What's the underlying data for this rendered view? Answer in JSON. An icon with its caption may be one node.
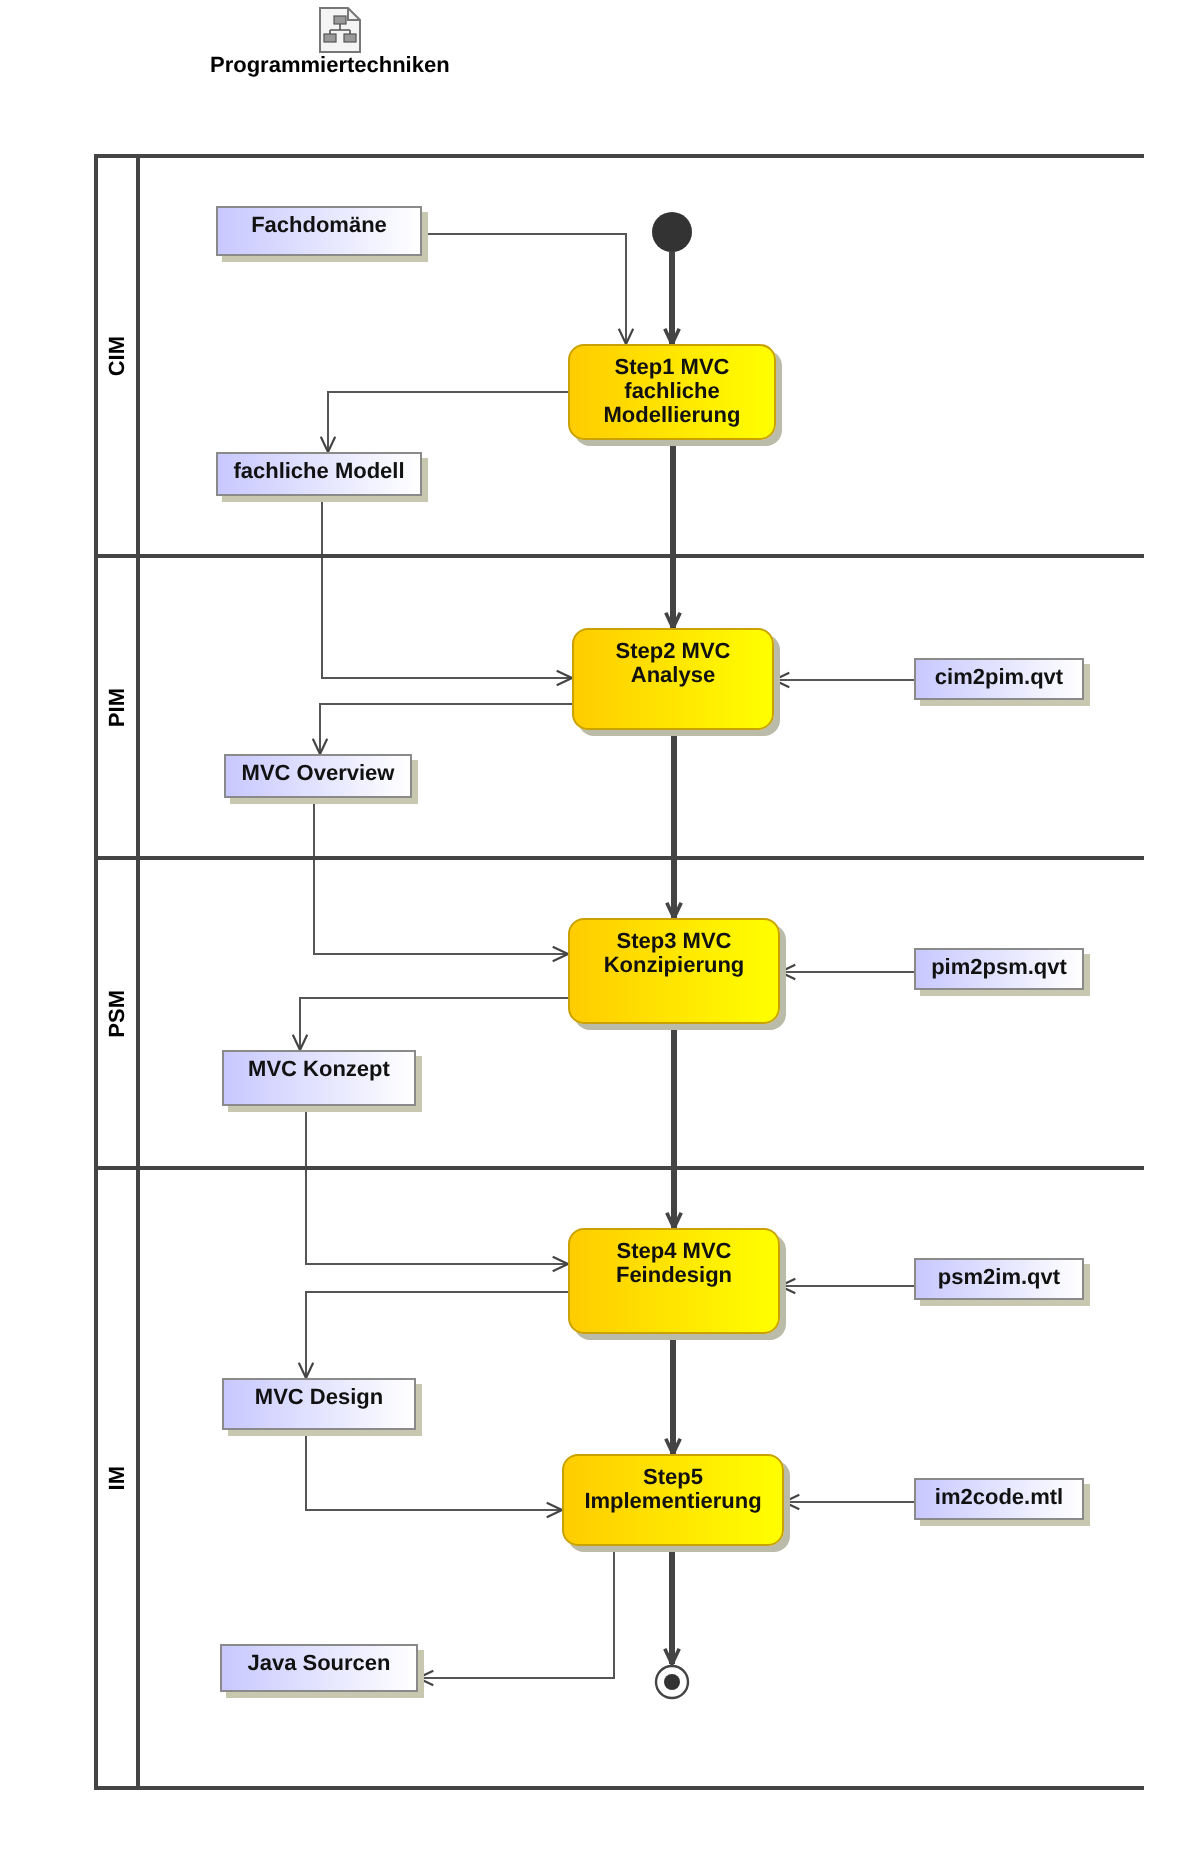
{
  "diagram": {
    "nodes": [
      {
        "text": [
          "CIM"
        ]
      },
      {
        "text": [
          "Fachdomäne"
        ],
        "in": 0
      },
      {
        "text": [],
        "shape": "circle",
        "in": 0
      },
      {
        "text": [
          "Step1 MVC fachliche Modellierung"
        ],
        "in": 0
      },
      {
        "text": [
          "fachliche Modell"
        ],
        "in": 0
      },
      {
        "text": [
          "PIM"
        ]
      },
      {
        "text": [
          "Step2 MVC Analyse"
        ],
        "in": 5
      },
      {
        "text": [
          "cim2pim.qvt"
        ],
        "in": 5
      },
      {
        "text": [
          "MVC Overview"
        ],
        "in": 5
      },
      {
        "text": [
          "PSM"
        ]
      },
      {
        "text": [
          "Step3 MVC Konzipierung"
        ],
        "in": 9
      },
      {
        "text": [
          "pim2psm.qvt"
        ],
        "in": 9
      },
      {
        "text": [
          "MVC Konzept"
        ],
        "in": 9
      },
      {
        "text": [
          "IM"
        ]
      },
      {
        "text": [
          "Step4 MVC Feindesign"
        ],
        "in": 13
      },
      {
        "text": [
          "psm2im.qvt"
        ],
        "in": 13
      },
      {
        "text": [
          "MVC Design"
        ],
        "in": 13
      },
      {
        "text": [
          "Step5 Implementierung"
        ],
        "in": 13
      },
      {
        "text": [
          "im2code.mtl"
        ],
        "in": 13
      },
      {
        "text": [
          "Java Sourcen"
        ],
        "in": 13
      },
      {
        "text": [],
        "shape": "circle",
        "in": 13
      }
    ],
    "edges": [
      {
        "from": 1,
        "to": 3,
        "arrow": "to"
      },
      {
        "from": 2,
        "to": 3,
        "arrow": "to",
        "style": "thick"
      },
      {
        "from": 3,
        "to": 4,
        "arrow": "to"
      },
      {
        "from": 3,
        "to": 6,
        "arrow": "to",
        "style": "thick"
      },
      {
        "from": 4,
        "to": 6,
        "arrow": "to"
      },
      {
        "from": 7,
        "to": 6,
        "arrow": "to"
      },
      {
        "from": 6,
        "to": 8,
        "arrow": "to"
      },
      {
        "from": 6,
        "to": 10,
        "arrow": "to",
        "style": "thick"
      },
      {
        "from": 8,
        "to": 10,
        "arrow": "to"
      },
      {
        "from": 11,
        "to": 10,
        "arrow": "to"
      },
      {
        "from": 10,
        "to": 12,
        "arrow": "to"
      },
      {
        "from": 10,
        "to": 14,
        "arrow": "to",
        "style": "thick"
      },
      {
        "from": 12,
        "to": 14,
        "arrow": "to"
      },
      {
        "from": 15,
        "to": 14,
        "arrow": "to"
      },
      {
        "from": 14,
        "to": 16,
        "arrow": "to"
      },
      {
        "from": 14,
        "to": 17,
        "arrow": "to",
        "style": "thick"
      },
      {
        "from": 16,
        "to": 17,
        "arrow": "to"
      },
      {
        "from": 18,
        "to": 17,
        "arrow": "to"
      },
      {
        "from": 17,
        "to": 19,
        "arrow": "to"
      },
      {
        "from": 17,
        "to": 20,
        "arrow": "to",
        "style": "thick"
      }
    ],
    "labels": [
      "Programmiertechniken"
    ]
  }
}
